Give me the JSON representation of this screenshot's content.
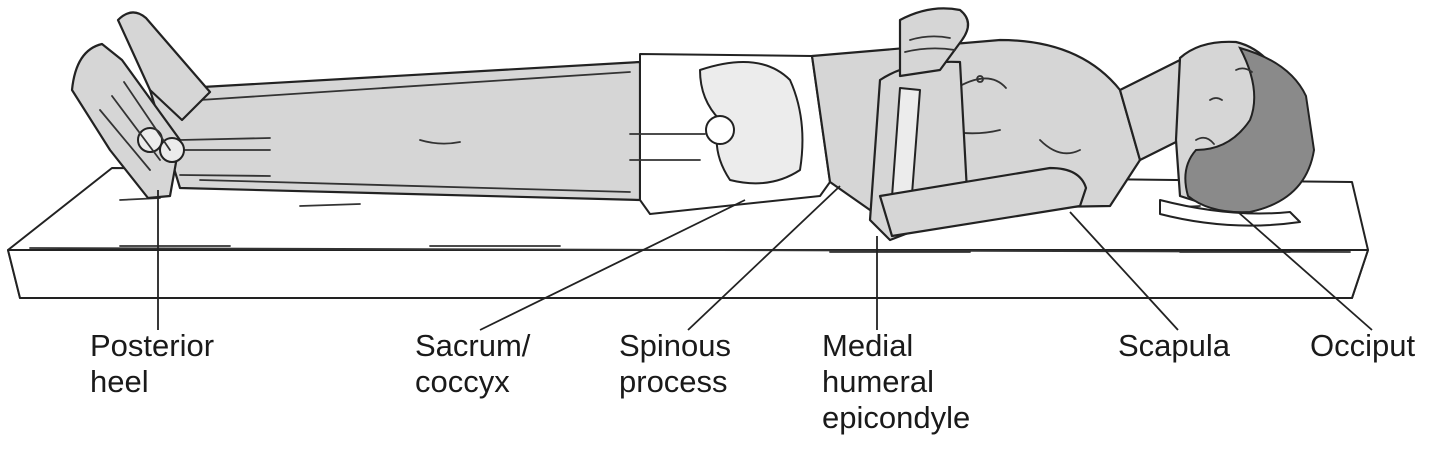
{
  "labels": {
    "posterior_heel": [
      "Posterior",
      "heel"
    ],
    "sacrum_coccyx": [
      "Sacrum/",
      "coccyx"
    ],
    "spinous_process": [
      "Spinous",
      "process"
    ],
    "medial_humeral_epicondyle": [
      "Medial",
      "humeral",
      "epicondyle"
    ],
    "scapula": [
      "Scapula"
    ],
    "occiput": [
      "Occiput"
    ]
  }
}
